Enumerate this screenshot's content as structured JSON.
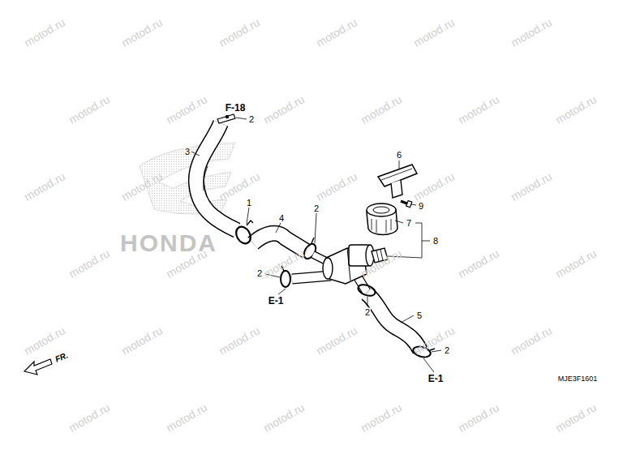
{
  "diagram": {
    "labels": [
      "F-18",
      "2",
      "3",
      "1",
      "4",
      "2",
      "2",
      "E-1",
      "6",
      "9",
      "7",
      "8",
      "2",
      "5",
      "2",
      "E-1",
      "FR.",
      "MJE3F1601",
      "HONDA",
      "motod.ru",
      "motod.ru",
      "motod.ru",
      "motod.ru",
      "motod.ru",
      "motod.ru",
      "motod.ru",
      "motod.ru",
      "motod.ru",
      "motod.ru",
      "motod.ru",
      "motod.ru",
      "motod.ru",
      "motod.ru",
      "motod.ru",
      "motod.ru",
      "motod.ru",
      "motod.ru",
      "motod.ru",
      "motod.ru",
      "motod.ru",
      "motod.ru",
      "motod.ru",
      "motod.ru",
      "motod.ru",
      "motod.ru",
      "motod.ru",
      "motod.ru",
      "motod.ru",
      "motod.ru",
      "motod.ru",
      "motod.ru",
      "motod.ru",
      "motod.ru",
      "motod.ru",
      "motod.ru"
    ]
  }
}
